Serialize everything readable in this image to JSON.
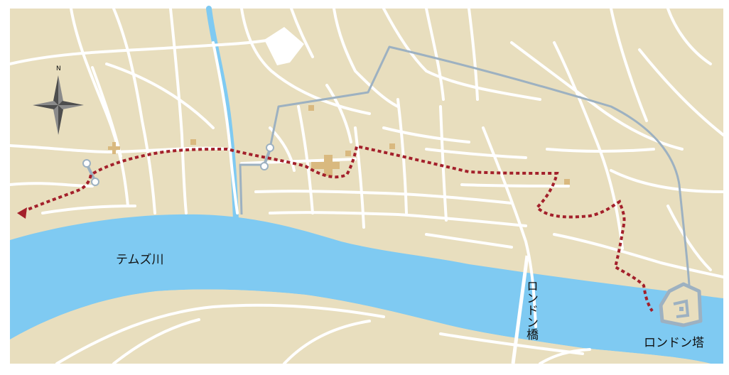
{
  "map": {
    "labels": {
      "river": "テムズ川",
      "bridge": "ロンドン橋",
      "tower": "ロンドン塔",
      "compass_n": "N"
    },
    "colors": {
      "land": "#E8DEBE",
      "water": "#7FCAF2",
      "road": "#FFFFFF",
      "route": "#A3202B",
      "wall": "#9DB1C1",
      "landmark": "#D9B97F"
    },
    "icons": [
      "compass-rose-icon",
      "route-arrow-icon",
      "gate-marker-icon",
      "cathedral-icon",
      "tower-fortress-icon"
    ]
  }
}
